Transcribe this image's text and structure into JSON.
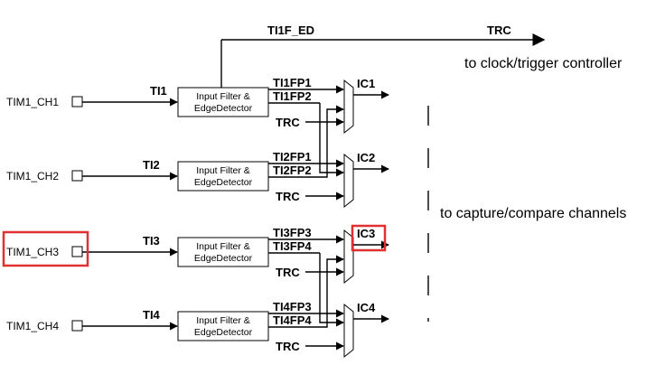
{
  "top_path": {
    "signal": "TI1F_ED",
    "output": "TRC",
    "note": "to clock/trigger controller"
  },
  "side_note": "to capture/compare channels",
  "highlight_color": "#e03030",
  "channels": [
    {
      "pin": "TIM1_CH1",
      "ti": "TI1",
      "filter_line1": "Input Filter &",
      "filter_line2": "EdgeDetector",
      "fp_a": "TI1FP1",
      "fp_b": "TI1FP2",
      "trc": "TRC",
      "ic": "IC1",
      "highlighted": false
    },
    {
      "pin": "TIM1_CH2",
      "ti": "TI2",
      "filter_line1": "Input Filter &",
      "filter_line2": "EdgeDetector",
      "fp_a": "TI2FP1",
      "fp_b": "TI2FP2",
      "trc": "TRC",
      "ic": "IC2",
      "highlighted": false
    },
    {
      "pin": "TIM1_CH3",
      "ti": "TI3",
      "filter_line1": "Input Filter &",
      "filter_line2": "EdgeDetector",
      "fp_a": "TI3FP3",
      "fp_b": "TI3FP4",
      "trc": "TRC",
      "ic": "IC3",
      "highlighted": true
    },
    {
      "pin": "TIM1_CH4",
      "ti": "TI4",
      "filter_line1": "Input Filter &",
      "filter_line2": "EdgeDetector",
      "fp_a": "TI4FP3",
      "fp_b": "TI4FP4",
      "trc": "TRC",
      "ic": "IC4",
      "highlighted": false
    }
  ]
}
